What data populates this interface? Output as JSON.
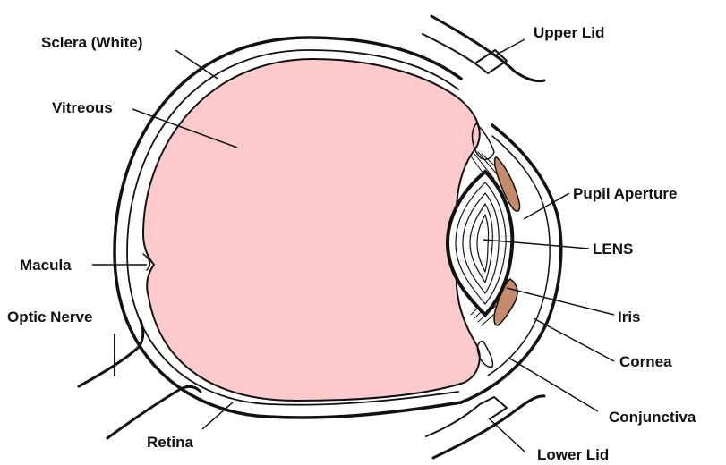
{
  "labels": {
    "sclera": "Sclera (White)",
    "upper_lid": "Upper Lid",
    "vitreous": "Vitreous",
    "pupil_aperture": "Pupil Aperture",
    "lens": "LENS",
    "macula": "Macula",
    "optic_nerve": "Optic Nerve",
    "iris": "Iris",
    "cornea": "Cornea",
    "conjunctiva": "Conjunctiva",
    "retina": "Retina",
    "lower_lid": "Lower Lid"
  },
  "colors": {
    "vitreous_fill": "#fccaca",
    "iris_fill": "#c58a6a",
    "line": "#111111",
    "background": "#ffffff"
  }
}
